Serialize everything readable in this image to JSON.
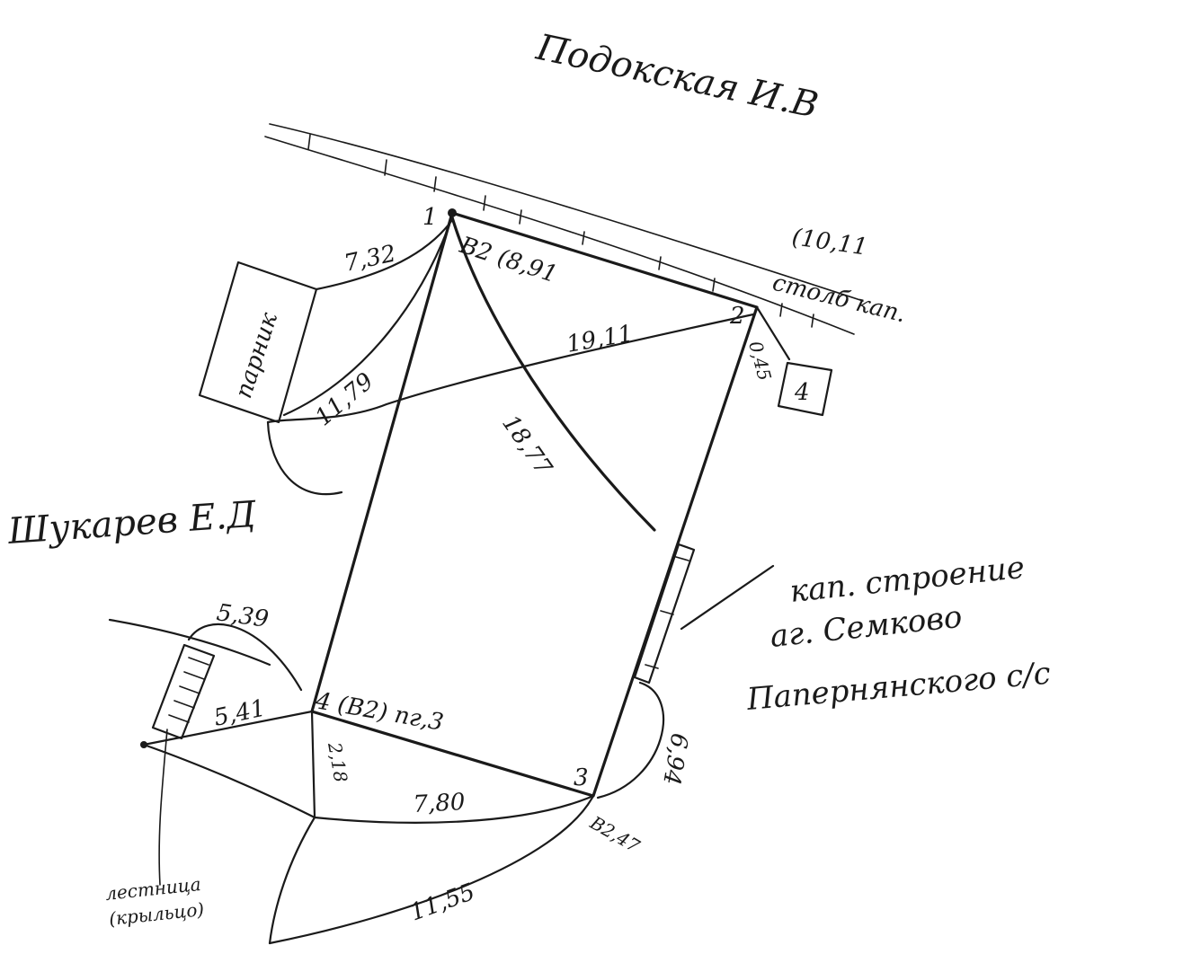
{
  "neighbors": {
    "top": "Подокская И.В",
    "left": "Шукарев Е.Д"
  },
  "note": {
    "line1": "кап. строение",
    "line2": "аг. Семково",
    "line3": "Папернянского с/с"
  },
  "points": {
    "p1": "1",
    "p1_mark": "В2 (8,91",
    "p2": "2",
    "p2_pole": "(10,11",
    "p2_pole_text": "столб кап.",
    "p3": "3",
    "p3_mark": "В2,47",
    "p4_mark": "4 (В2) пг,3"
  },
  "objects": {
    "greenhouse": "парник",
    "box4": "4",
    "stairs_line1": "лестница",
    "stairs_line2": "(крыльцо)"
  },
  "measures": {
    "m_7_32": "7,32",
    "m_11_79": "11,79",
    "m_19_11": "19,11",
    "m_18_77": "18,77",
    "m_0_45": "0,45",
    "m_5_39": "5,39",
    "m_5_41": "5,41",
    "m_2_18": "2,18",
    "m_7_80": "7,80",
    "m_6_94": "6,94",
    "m_11_55": "11,55"
  }
}
